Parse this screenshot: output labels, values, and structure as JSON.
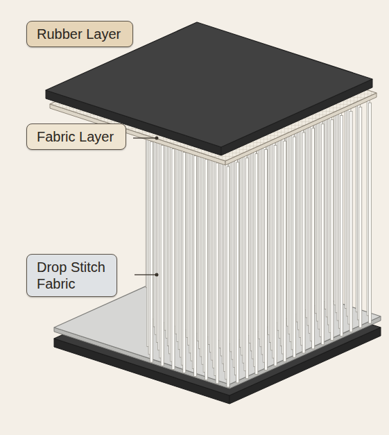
{
  "diagram": {
    "nodes": [
      {
        "text": [
          "Rubber Layer"
        ]
      },
      {
        "text": [
          "Fabric Layer"
        ]
      },
      {
        "text": [
          "Drop Stitch Fabric"
        ]
      }
    ]
  }
}
